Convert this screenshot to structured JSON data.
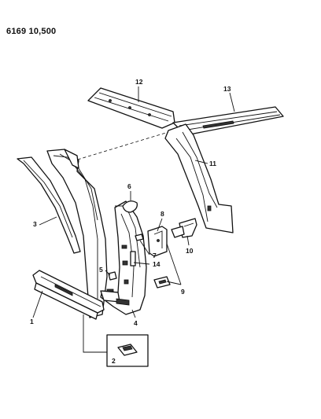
{
  "header": {
    "code": "6169 10,500"
  },
  "callouts": [
    "1",
    "2",
    "3",
    "4",
    "5",
    "6",
    "7",
    "8",
    "9",
    "10",
    "11",
    "12",
    "13",
    "14"
  ]
}
